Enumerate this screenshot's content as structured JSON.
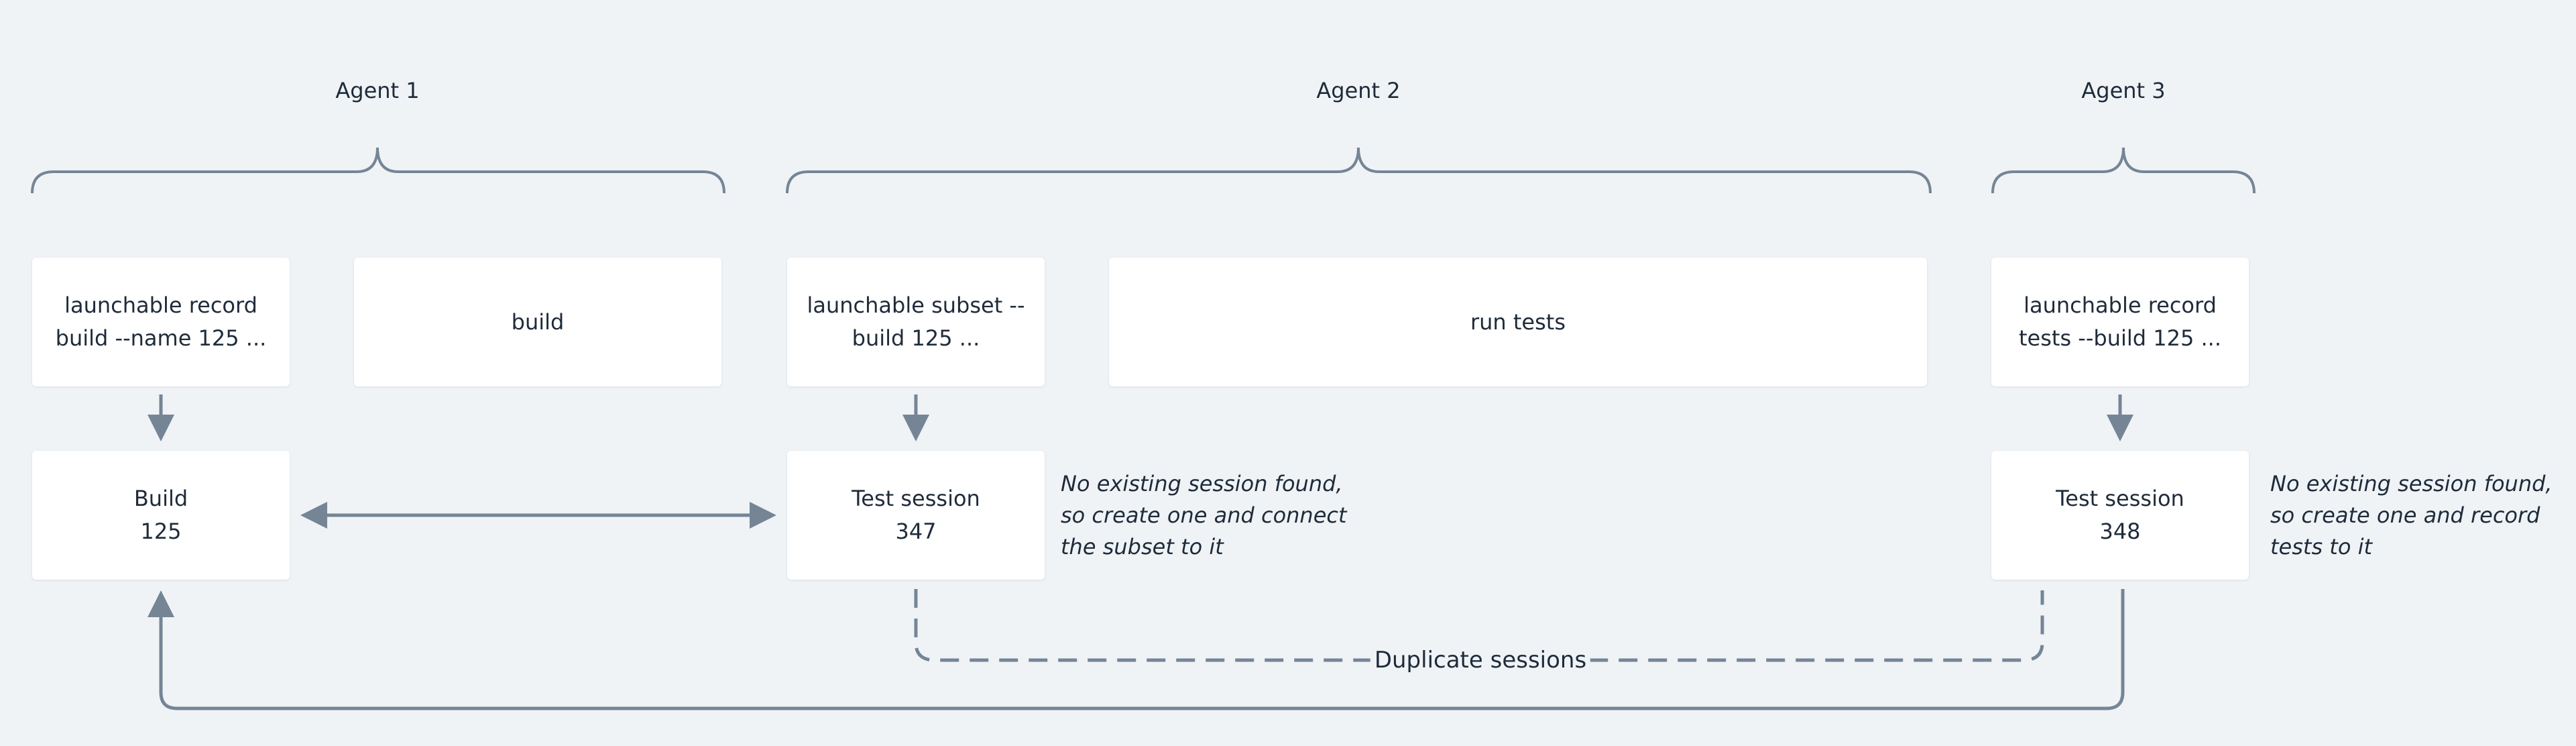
{
  "agents": [
    {
      "label": "Agent 1"
    },
    {
      "label": "Agent 2"
    },
    {
      "label": "Agent 3"
    }
  ],
  "steps": {
    "a1_record_build": "launchable record\nbuild --name 125 ...",
    "a1_build": "build",
    "a2_subset": "launchable subset --\nbuild 125 ...",
    "a2_run_tests": "run tests",
    "a3_record_tests": "launchable record\ntests --build 125 ..."
  },
  "entities": {
    "build_125": "Build\n125",
    "session_347": "Test session\n347",
    "session_348": "Test session\n348"
  },
  "notes": {
    "session_347": "No existing session found,\nso create one and connect\nthe subset to it",
    "session_348": "No existing session found,\nso create one and record\ntests to it"
  },
  "connectors": {
    "duplicate_label": "Duplicate sessions"
  },
  "colors": {
    "background": "#eff3f6",
    "line": "#758596",
    "box": "#ffffff",
    "text": "#1f2b3a"
  }
}
